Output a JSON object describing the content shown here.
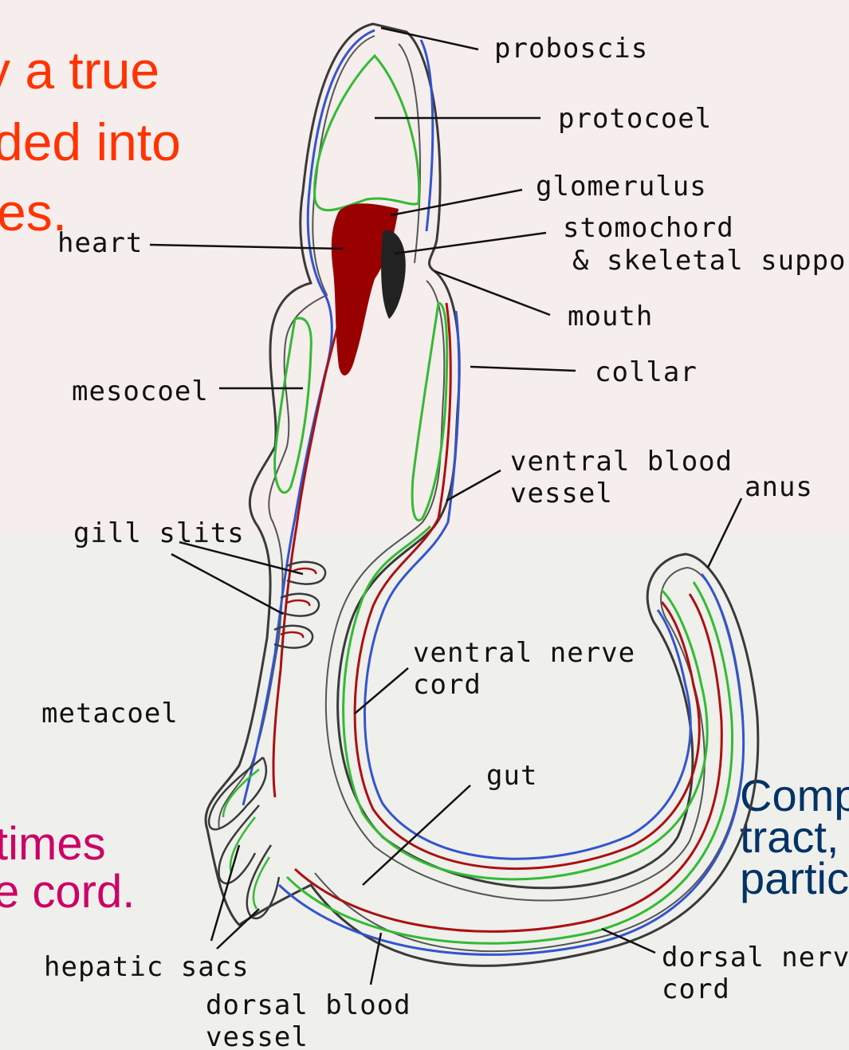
{
  "slide": {
    "red_lines": [
      "y a true",
      "ded into",
      "es."
    ],
    "magenta_lines": [
      "times",
      "e cord."
    ],
    "navy_lines": [
      "Comp",
      "tract,",
      "partic"
    ]
  },
  "diagram": {
    "labels": {
      "proboscis": "proboscis",
      "protocoel": "protocoel",
      "glomerulus": "glomerulus",
      "stomochord_1": "stomochord",
      "stomochord_2": "& skeletal support",
      "heart": "heart",
      "mouth": "mouth",
      "collar": "collar",
      "mesocoel": "mesocoel",
      "ventral_blood_1": "ventral blood",
      "ventral_blood_2": "vessel",
      "anus": "anus",
      "gill_slits": "gill slits",
      "ventral_nerve_1": "ventral nerve",
      "ventral_nerve_2": "cord",
      "metacoel": "metacoel",
      "gut": "gut",
      "hepatic_sacs": "hepatic sacs",
      "dorsal_blood_1": "dorsal blood",
      "dorsal_blood_2": "vessel",
      "dorsal_nerve_1": "dorsal nerve",
      "dorsal_nerve_2": "cord"
    },
    "colors": {
      "outline": "#3a3a3a",
      "coelom_green": "#33bb33",
      "nerve_blue": "#3355cc",
      "blood_red": "#aa1111",
      "heart_red": "#990000"
    }
  }
}
